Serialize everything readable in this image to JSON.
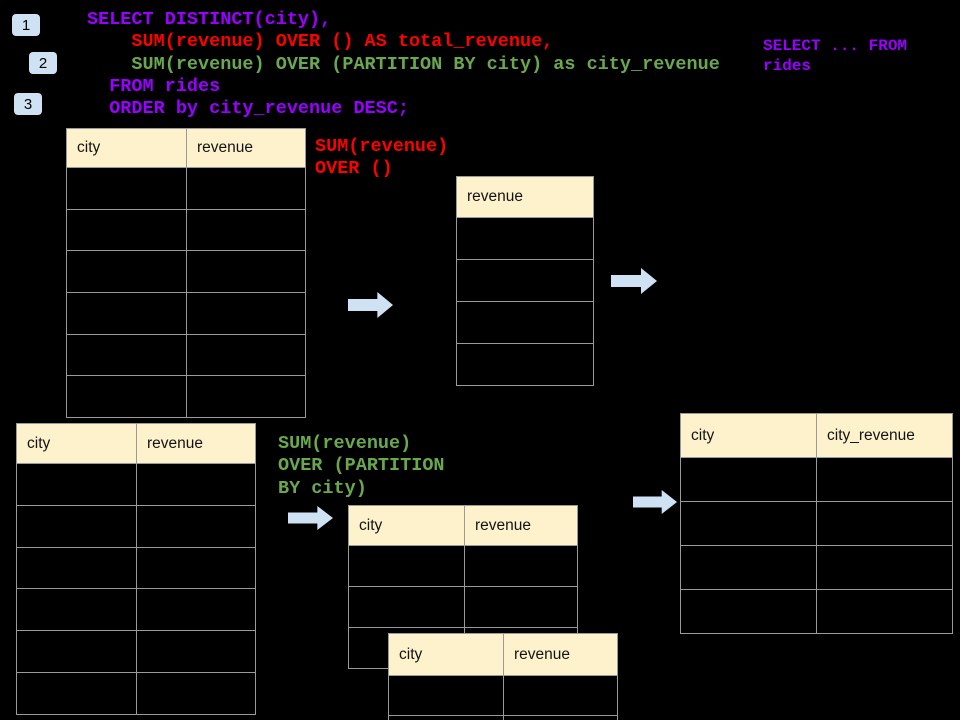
{
  "colors": {
    "background": "#000000",
    "purple": "#9900ff",
    "red": "#fe0000",
    "green": "#6aa84f",
    "arrow_fill": "#cfe2f3",
    "badge_fill": "#cfe2f3",
    "header_fill": "#fdf2cc",
    "table_border": "#9a9a9a",
    "header_text": "#141414"
  },
  "step_badges": [
    "1",
    "2",
    "3"
  ],
  "sql_query": {
    "lines": [
      {
        "text": "SELECT DISTINCT(city),",
        "color": "purple"
      },
      {
        "text": "    SUM(revenue) OVER () AS total_revenue,",
        "color": "red"
      },
      {
        "text": "    SUM(revenue) OVER (PARTITION BY city) as city_revenue",
        "color": "green"
      },
      {
        "text": "  FROM rides",
        "color": "purple"
      },
      {
        "text": "  ORDER by city_revenue DESC;",
        "color": "purple"
      }
    ]
  },
  "side_note": {
    "lines": [
      {
        "text": "SELECT ... FROM",
        "color": "purple"
      },
      {
        "text": "rides",
        "color": "purple"
      }
    ]
  },
  "annotation_total": {
    "lines": [
      {
        "text": "SUM(revenue)",
        "color": "red"
      },
      {
        "text": "OVER ()",
        "color": "red"
      }
    ]
  },
  "annotation_partition": {
    "lines": [
      {
        "text": "SUM(revenue)",
        "color": "green"
      },
      {
        "text": "OVER (PARTITION",
        "color": "green"
      },
      {
        "text": "BY city)",
        "color": "green"
      }
    ]
  },
  "tables": {
    "source_top": {
      "headers": [
        "city",
        "revenue"
      ],
      "empty_rows": 6
    },
    "total_revenue": {
      "headers": [
        "revenue"
      ],
      "empty_rows": 4
    },
    "source_bottom": {
      "headers": [
        "city",
        "revenue"
      ],
      "empty_rows": 6
    },
    "partition_input": {
      "headers": [
        "city",
        "revenue"
      ],
      "empty_rows": 3
    },
    "partition_input_overlay": {
      "headers": [
        "city",
        "revenue"
      ],
      "empty_rows": 2
    },
    "result": {
      "headers": [
        "city",
        "city_revenue"
      ],
      "empty_rows": 4
    }
  }
}
